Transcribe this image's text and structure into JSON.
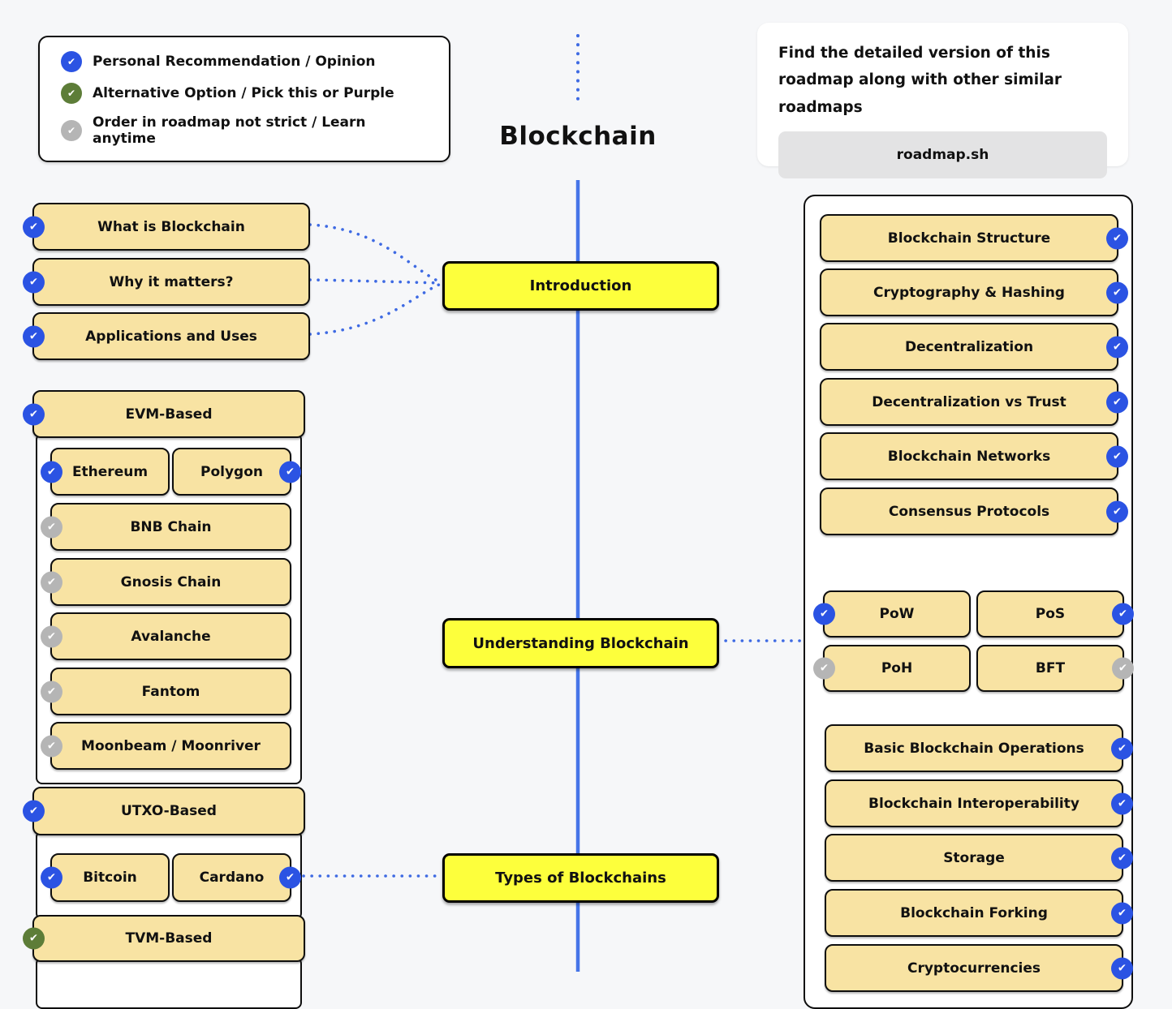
{
  "title": "Blockchain",
  "legend": {
    "items": [
      {
        "label": "Personal Recommendation / Opinion",
        "badge": "blue"
      },
      {
        "label": "Alternative Option / Pick this or Purple",
        "badge": "green"
      },
      {
        "label": "Order in roadmap not strict / Learn anytime",
        "badge": "gray"
      }
    ]
  },
  "promo": {
    "text": "Find the detailed version of this roadmap along with other similar roadmaps",
    "button_label": "roadmap.sh"
  },
  "center_nodes": {
    "introduction": "Introduction",
    "understanding": "Understanding Blockchain",
    "types": "Types of Blockchains"
  },
  "left": {
    "intro_items": [
      {
        "label": "What is Blockchain",
        "badge": "blue"
      },
      {
        "label": "Why it matters?",
        "badge": "blue"
      },
      {
        "label": "Applications and Uses",
        "badge": "blue"
      }
    ],
    "evm": {
      "header": {
        "label": "EVM-Based",
        "badge": "blue"
      },
      "pair": [
        {
          "label": "Ethereum",
          "badge": "blue"
        },
        {
          "label": "Polygon",
          "badge": "blue"
        }
      ],
      "items": [
        {
          "label": "BNB Chain",
          "badge": "gray"
        },
        {
          "label": "Gnosis Chain",
          "badge": "gray"
        },
        {
          "label": "Avalanche",
          "badge": "gray"
        },
        {
          "label": "Fantom",
          "badge": "gray"
        },
        {
          "label": "Moonbeam / Moonriver",
          "badge": "gray"
        }
      ]
    },
    "utxo": {
      "header": {
        "label": "UTXO-Based",
        "badge": "blue"
      },
      "pair": [
        {
          "label": "Bitcoin",
          "badge": "blue"
        },
        {
          "label": "Cardano",
          "badge": "blue"
        }
      ]
    },
    "tvm": {
      "header": {
        "label": "TVM-Based",
        "badge": "green"
      }
    }
  },
  "right": {
    "items_top": [
      {
        "label": "Blockchain Structure",
        "badge": "blue"
      },
      {
        "label": "Cryptography & Hashing",
        "badge": "blue"
      },
      {
        "label": "Decentralization",
        "badge": "blue"
      },
      {
        "label": "Decentralization vs Trust",
        "badge": "blue"
      },
      {
        "label": "Blockchain Networks",
        "badge": "blue"
      },
      {
        "label": "Consensus Protocols",
        "badge": "blue"
      }
    ],
    "consensus": [
      {
        "label": "PoW",
        "badge": "blue"
      },
      {
        "label": "PoS",
        "badge": "blue"
      },
      {
        "label": "PoH",
        "badge": "gray"
      },
      {
        "label": "BFT",
        "badge": "gray"
      }
    ],
    "items_bottom": [
      {
        "label": "Basic Blockchain Operations",
        "badge": "blue"
      },
      {
        "label": "Blockchain Interoperability",
        "badge": "blue"
      },
      {
        "label": "Storage",
        "badge": "blue"
      },
      {
        "label": "Blockchain Forking",
        "badge": "blue"
      },
      {
        "label": "Cryptocurrencies",
        "badge": "blue"
      }
    ]
  },
  "colors": {
    "recommendation_badge": "#2b53e3",
    "alternative_badge": "#5d7d38",
    "anytime_badge": "#b5b5b5",
    "topic_node_yellow": "#fdff3c",
    "subtopic_node_tan": "#f8e3a3",
    "connector_blue": "#4675e8",
    "background": "#f6f7f9"
  }
}
